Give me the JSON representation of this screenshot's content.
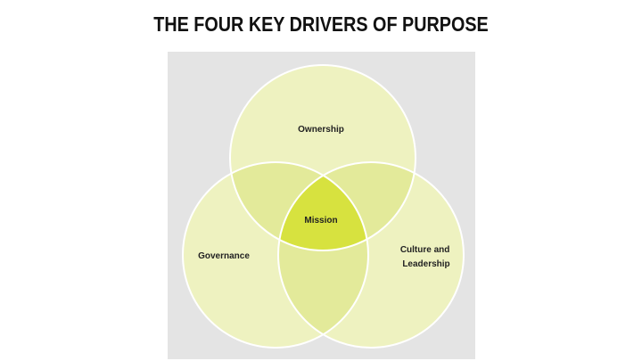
{
  "title": "THE FOUR KEY DRIVERS OF PURPOSE",
  "diagram": {
    "type": "venn",
    "sets": [
      {
        "label": "Ownership"
      },
      {
        "label": "Governance"
      },
      {
        "label_lines": [
          "Culture and",
          "Leadership"
        ]
      }
    ],
    "center_label": "Mission",
    "colors": {
      "background": "#e4e4e4",
      "circle_fill": "#eef2c0",
      "pair_overlap": "#e3ea9a",
      "center_overlap": "#d7e23f",
      "circle_stroke": "#ffffff"
    }
  }
}
